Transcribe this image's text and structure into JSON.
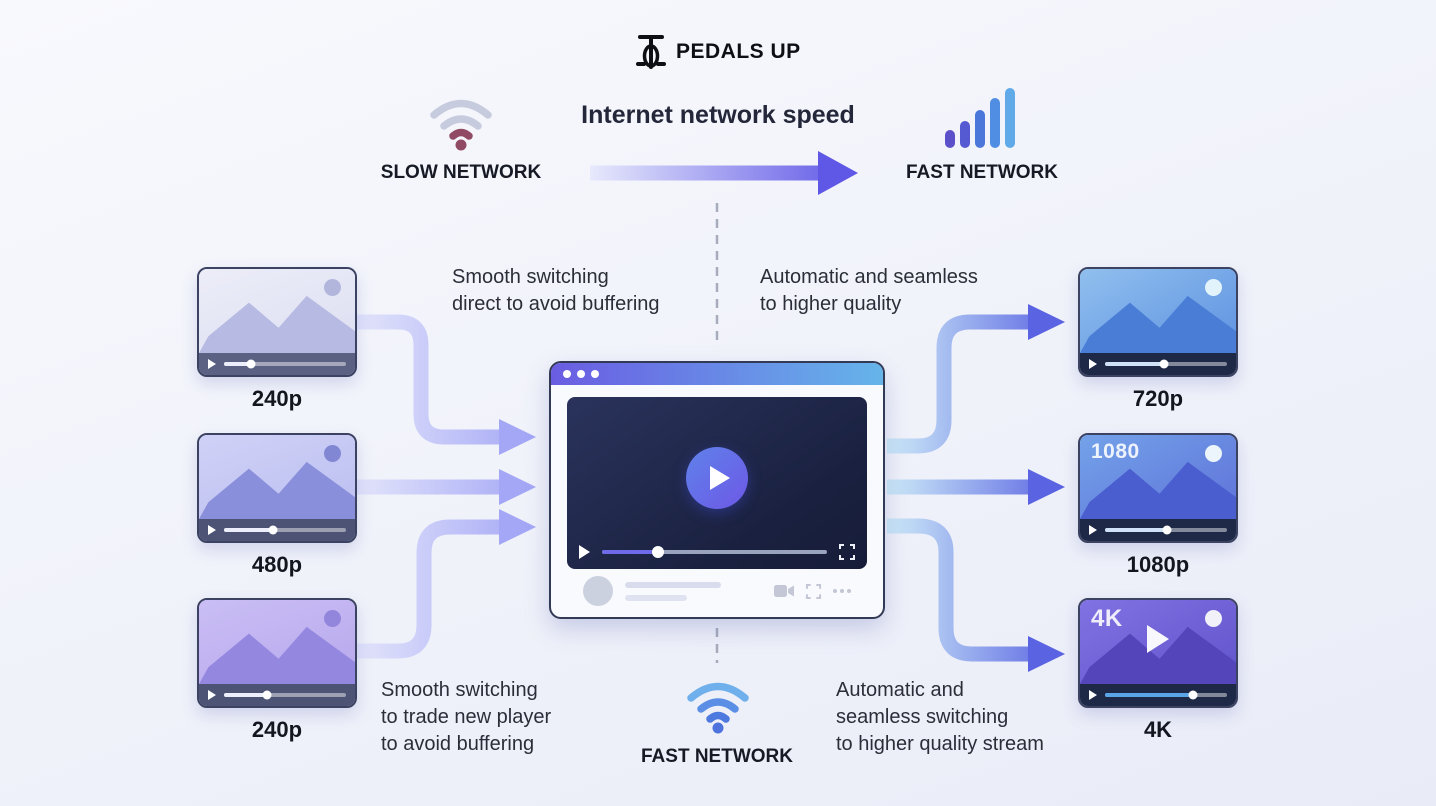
{
  "logo": {
    "text": "PEDALS UP"
  },
  "speed_header": {
    "title": "Internet network speed",
    "slow_label": "SLOW NETWORK",
    "fast_label": "FAST NETWORK"
  },
  "annotations": {
    "top_left": [
      "Smooth switching",
      "direct to avoid buffering"
    ],
    "top_right": [
      "Automatic and seamless",
      "to higher quality"
    ],
    "bottom_left": [
      "Smooth switching",
      "to trade new player",
      "to avoid buffering"
    ],
    "bottom_right": [
      "Automatic and",
      "seamless switching",
      "to higher quality stream"
    ]
  },
  "bottom_network": {
    "label": "FAST NETWORK"
  },
  "left_thumbnails": [
    {
      "label": "240p"
    },
    {
      "label": "480p"
    },
    {
      "label": "240p"
    }
  ],
  "right_thumbnails": [
    {
      "label": "720p",
      "overlay": ""
    },
    {
      "label": "1080p",
      "overlay": "1080"
    },
    {
      "label": "4K",
      "overlay": "4K"
    }
  ],
  "colors": {
    "accent_purple": "#6a5ce2",
    "accent_blue": "#66b4ea",
    "arrow_left": "#a4a7f5",
    "arrow_right": "#5a64e2",
    "slow_wifi_maroon": "#914a63",
    "player_navy": "#1a2140"
  }
}
